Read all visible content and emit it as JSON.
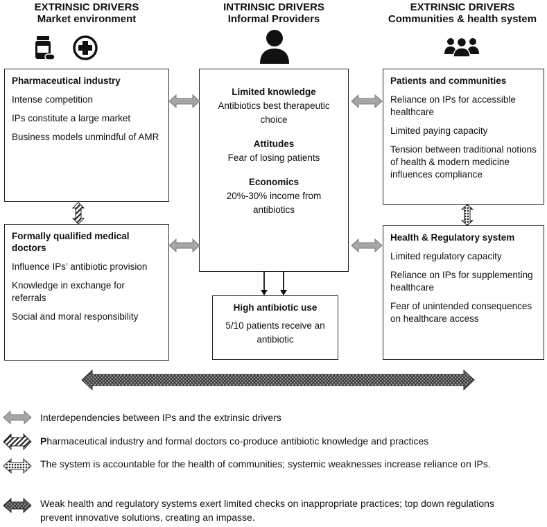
{
  "headers": {
    "left": {
      "line1": "EXTRINSIC DRIVERS",
      "line2": "Market environment"
    },
    "center": {
      "line1": "INTRINSIC DRIVERS",
      "line2": "Informal Providers"
    },
    "right": {
      "line1": "EXTRINSIC DRIVERS",
      "line2": "Communities & health system"
    }
  },
  "icons": {
    "left": [
      "pill-bottle-icon",
      "medical-cross-icon"
    ],
    "center": "person-icon",
    "right": "group-icon"
  },
  "boxes": {
    "pharma": {
      "title": "Pharmaceutical industry",
      "items": [
        "Intense competition",
        "IPs constitute a large market",
        "Business models unmindful of AMR"
      ]
    },
    "doctors": {
      "title": "Formally qualified medical doctors",
      "items": [
        "Influence IPs’ antibiotic provision",
        "Knowledge in exchange for referrals",
        "Social and moral responsibility"
      ]
    },
    "center": {
      "sections": [
        {
          "title": "Limited knowledge",
          "text": "Antibiotics best therapeutic choice"
        },
        {
          "title": "Attitudes",
          "text": "Fear of losing patients"
        },
        {
          "title": "Economics",
          "text": "20%-30% income from antibiotics"
        }
      ]
    },
    "outcome": {
      "title": "High antibiotic use",
      "text": "5/10 patients receive an antibiotic"
    },
    "patients": {
      "title": "Patients and communities",
      "items": [
        "Reliance on IPs for accessible healthcare",
        "Limited paying capacity",
        "Tension between traditional notions of health & modern medicine influences compliance"
      ]
    },
    "health": {
      "title": "Health & Regulatory system",
      "items": [
        "Limited regulatory capacity",
        "Reliance on IPs for supplementing healthcare",
        "Fear of unintended consequences on healthcare access"
      ]
    }
  },
  "legend": [
    {
      "style": "gray",
      "bold": "",
      "text": "Interdependencies between IPs and the extrinsic drivers"
    },
    {
      "style": "diagonal",
      "bold": "P",
      "text": "harmaceutical industry and formal doctors co-produce antibiotic knowledge and practices"
    },
    {
      "style": "dots",
      "bold": "",
      "text": "The system is accountable for the health of communities; systemic weaknesses increase reliance on IPs."
    },
    {
      "style": "crosshatch",
      "bold": "",
      "text": "Weak health and regulatory systems exert limited checks on inappropriate practices; top down regulations prevent innovative solutions, creating an impasse."
    }
  ],
  "colors": {
    "gray_arrow": "#a6a6a6",
    "border": "#222222",
    "text": "#111111"
  }
}
